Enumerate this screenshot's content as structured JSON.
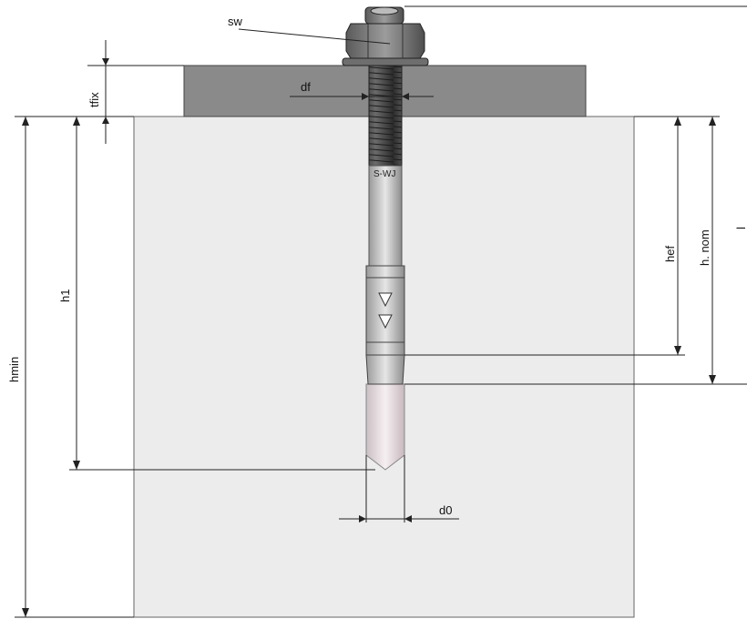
{
  "labels": {
    "sw": "sw",
    "tfix": "tfix",
    "df": "df",
    "hmin": "hmin",
    "h1": "h1",
    "hef": "hef",
    "hnom": "h. nom",
    "l": "l",
    "d0": "d0",
    "anchor_marking": "S-WJ"
  },
  "colors": {
    "concrete": "#ececec",
    "fixture": "#8a8a8a",
    "bolt": "#4c4c4c",
    "sleeve": "#c8c8c8",
    "hole": "#e7dde2"
  }
}
